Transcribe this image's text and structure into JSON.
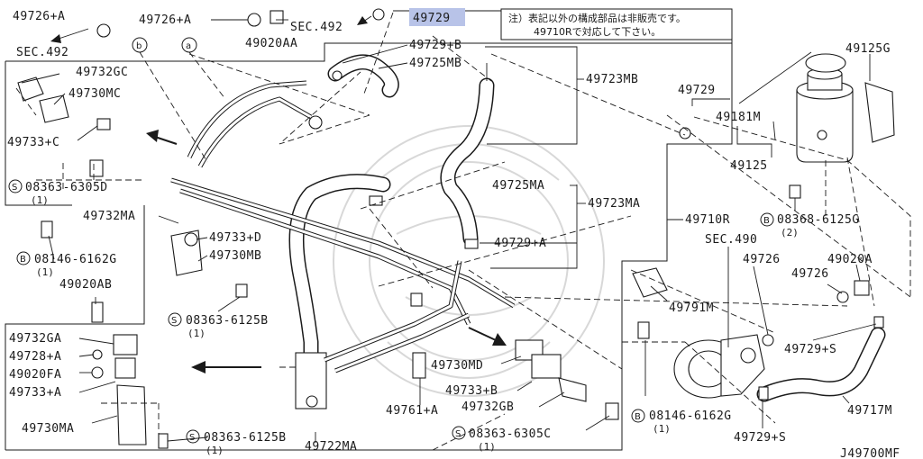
{
  "note": {
    "line1": "注）表記以外の構成部品は非販売です。",
    "line2": "49710Rで対応して下さい。"
  },
  "labels": {
    "p49726A_top_left": "49726+A",
    "sec492_left": "SEC.492",
    "p49726A_top_mid": "49726+A",
    "p49020AA": "49020AA",
    "sec492_mid": "SEC.492",
    "p49729_highlight": "49729",
    "callout_b": "b",
    "callout_a": "a",
    "p49729B": "49729+B",
    "p49725MB": "49725MB",
    "p49723MB": "49723MB",
    "p49729_right": "49729",
    "p49125G": "49125G",
    "p49181M": "49181M",
    "p49125": "49125",
    "p49732GC": "49732GC",
    "p49730MC": "49730MC",
    "p49733C": "49733+C",
    "s08363_6305D": "08363-6305D",
    "s08363_6305D_qty": "(1)",
    "p49732MA": "49732MA",
    "p49733D": "49733+D",
    "p49730MB": "49730MB",
    "b08146_6162G_left": "08146-6162G",
    "b08146_6162G_left_qty": "(1)",
    "p49020AB": "49020AB",
    "s08363_6125B_mid": "08363-6125B",
    "s08363_6125B_mid_qty": "(1)",
    "p49725MA": "49725MA",
    "p49723MA": "49723MA",
    "p49710R": "49710R",
    "b08368_6125G": "08368-6125G",
    "b08368_6125G_qty": "(2)",
    "p49729A": "49729+A",
    "sec490": "SEC.490",
    "p49726_r1": "49726",
    "p49020A": "49020A",
    "p49726_r2": "49726",
    "p49791M": "49791M",
    "p49729S_mid": "49729+S",
    "p49732GA": "49732GA",
    "p49728A": "49728+A",
    "p49020FA": "49020FA",
    "p49733A": "49733+A",
    "p49730MA": "49730MA",
    "s08363_6125B_bot": "08363-6125B",
    "s08363_6125B_bot_qty": "(1)",
    "p49730MD": "49730MD",
    "p49733B": "49733+B",
    "p49732GB": "49732GB",
    "s08363_6305C": "08363-6305C",
    "s08363_6305C_qty": "(1)",
    "p49761A": "49761+A",
    "p49722MA": "49722MA",
    "b08146_6162G_right": "08146-6162G",
    "b08146_6162G_right_qty": "(1)",
    "p49717M": "49717M",
    "p49729S_bot": "49729+S",
    "code": "J49700MF"
  },
  "symbols": {
    "s": "S",
    "b": "B"
  },
  "colors": {
    "highlight": "#b8c3e8",
    "ink": "#1a1a1a"
  }
}
